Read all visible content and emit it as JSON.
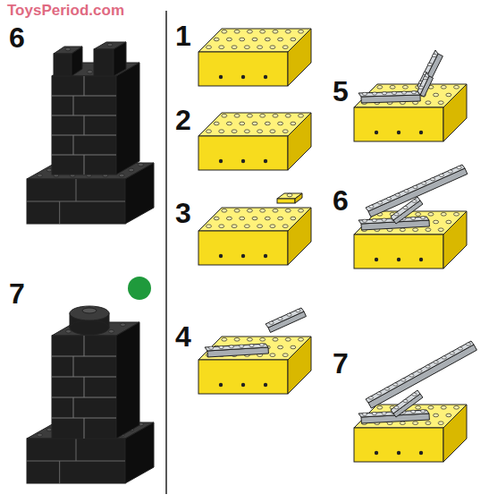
{
  "diagram": {
    "labels": [
      "ToysPeriod.com",
      "6",
      "7",
      "1",
      "2",
      "3",
      "4",
      "5",
      "6",
      "7"
    ]
  }
}
